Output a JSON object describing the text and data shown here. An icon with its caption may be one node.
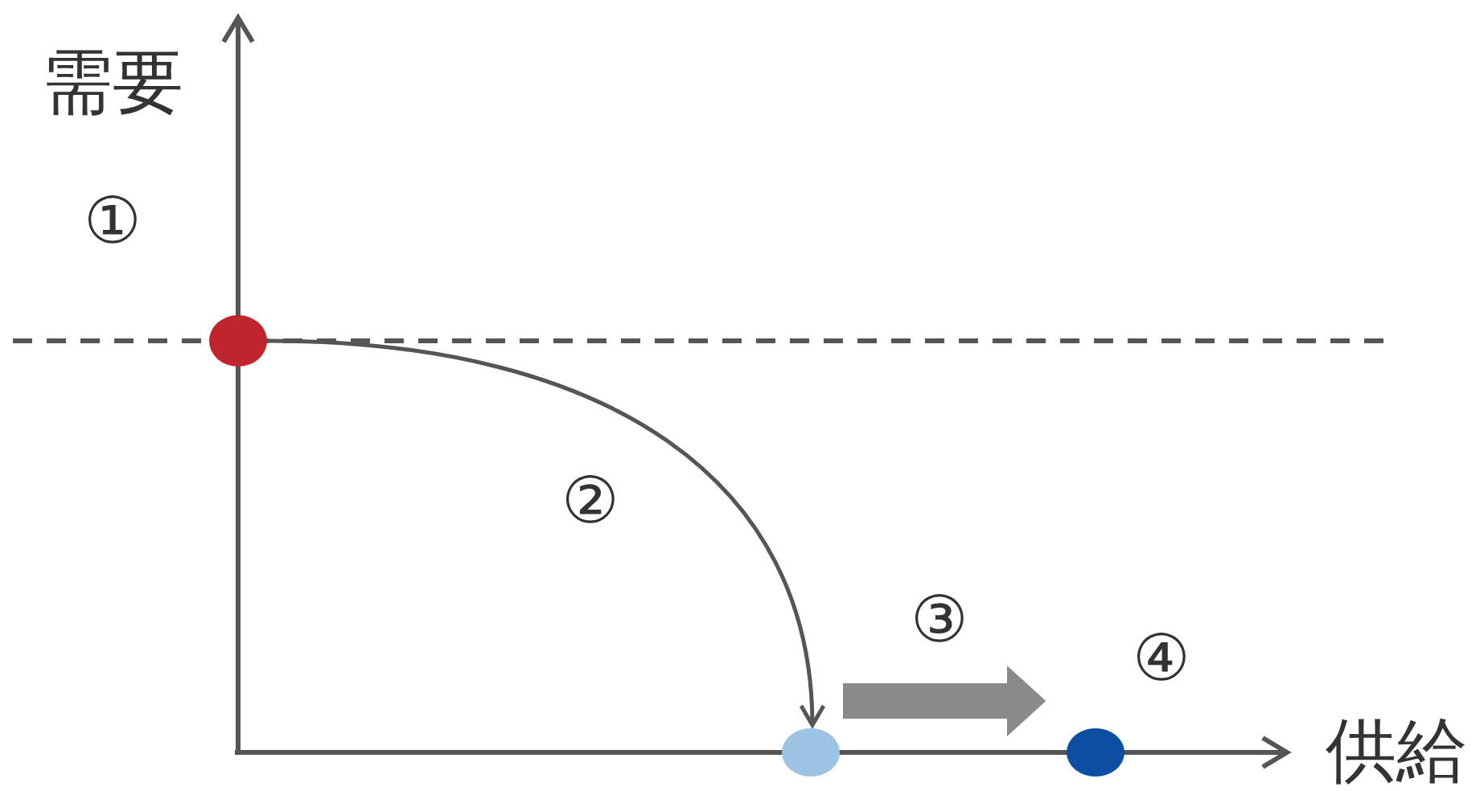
{
  "diagram": {
    "nodes": [
      {
        "text": [],
        "shape": "circle"
      },
      {
        "text": [],
        "shape": "circle"
      },
      {
        "text": [],
        "shape": "circle"
      }
    ],
    "edges": [
      {
        "from": 0,
        "to": 1,
        "arrow": "to",
        "label": "②"
      },
      {
        "from": 1,
        "to": 2,
        "arrow": "to",
        "label": "③",
        "style": "thick",
        "color": "#8a8a8a"
      }
    ],
    "labels": [
      "需要",
      "①",
      "④",
      "供給"
    ]
  }
}
